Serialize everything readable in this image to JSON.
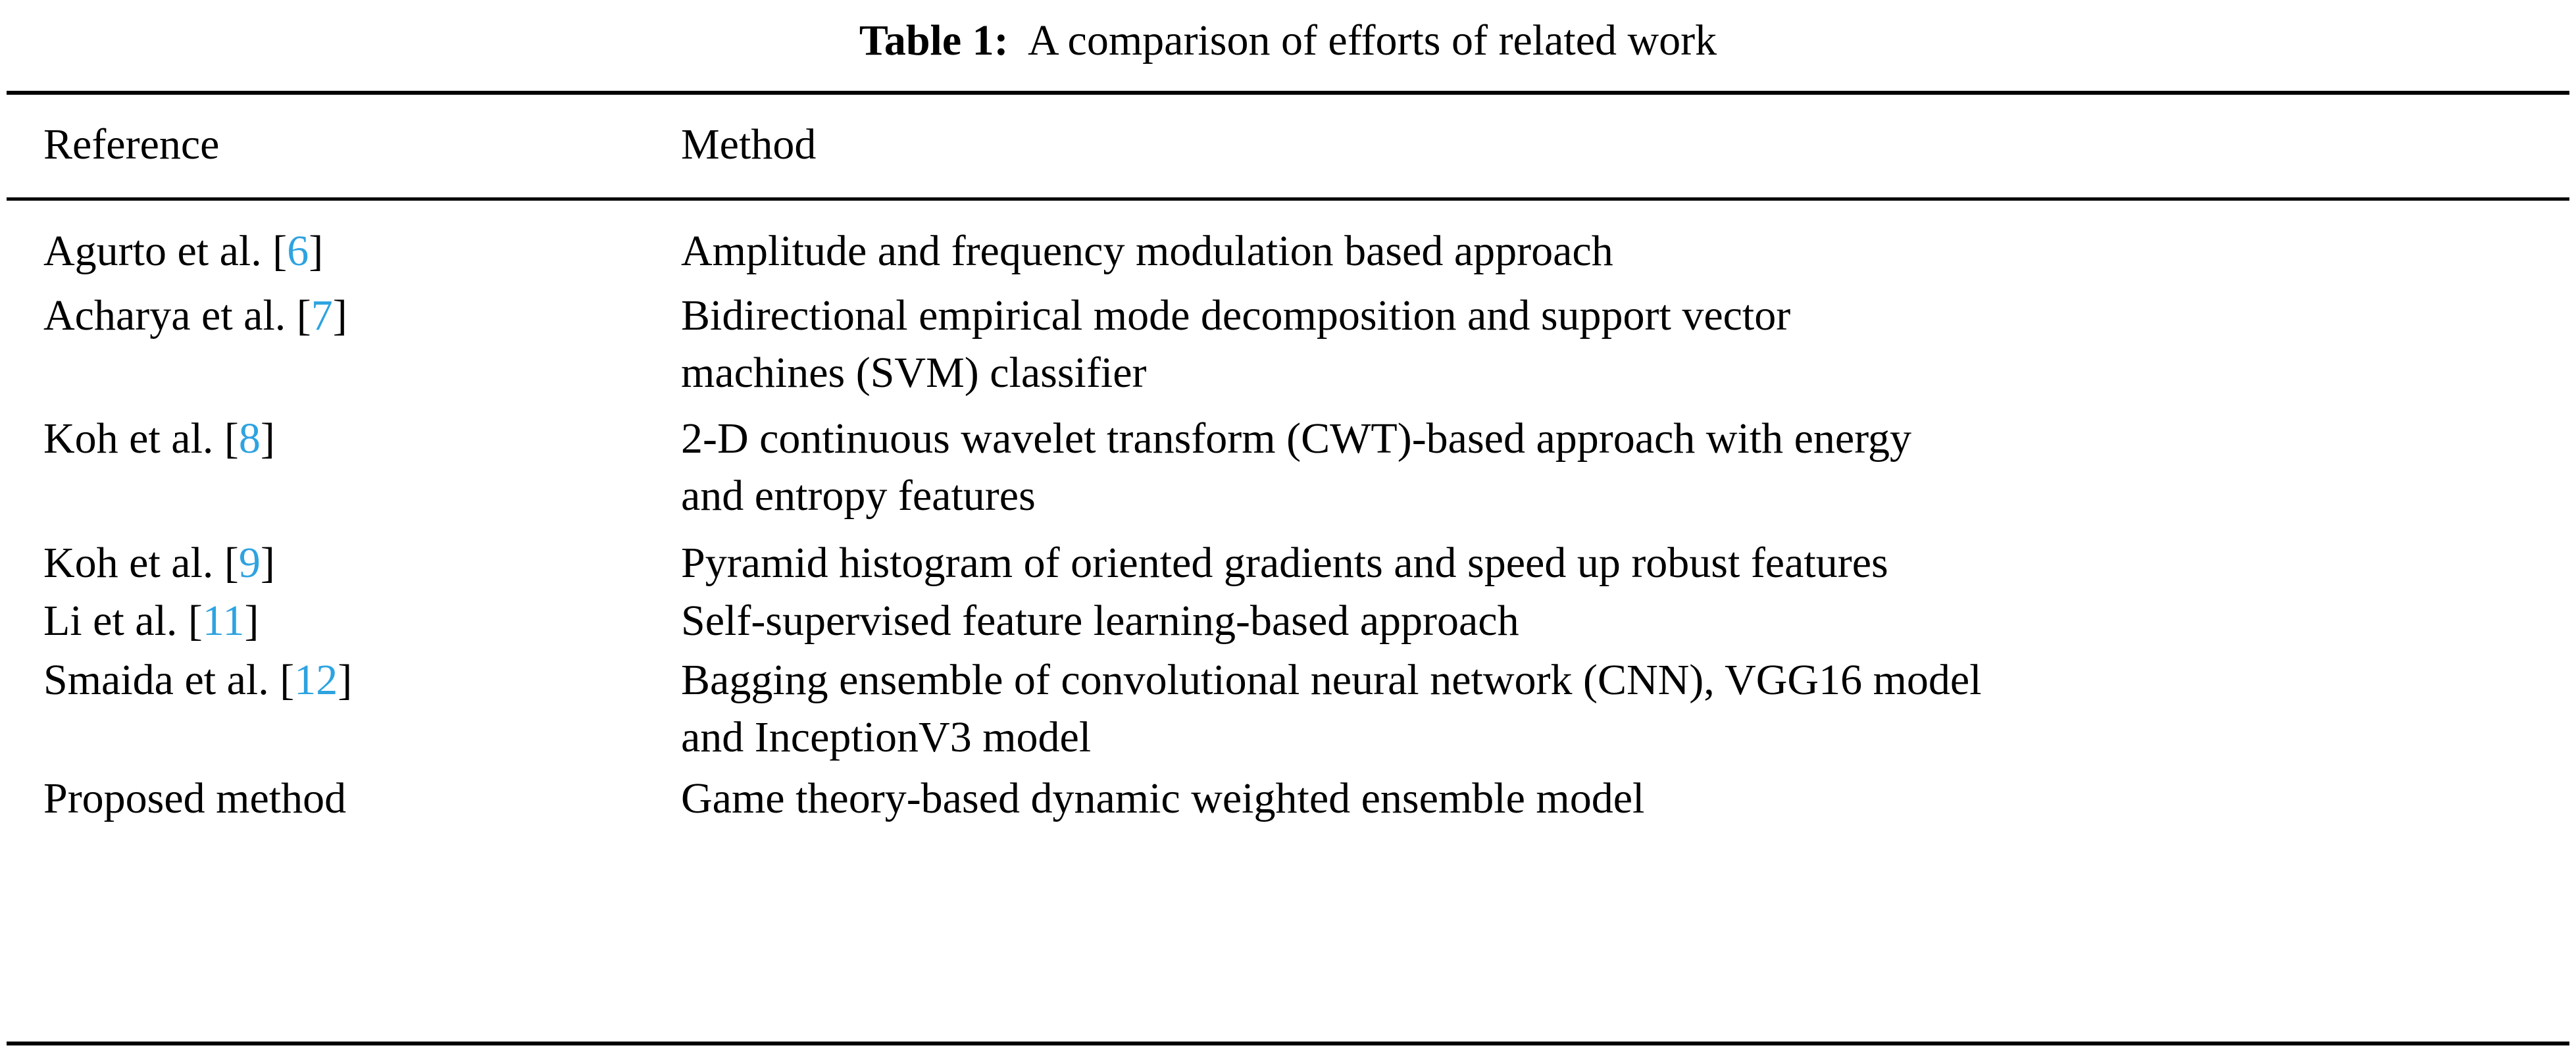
{
  "caption": {
    "label": "Table 1:",
    "text": "A comparison of efforts of related work"
  },
  "colors": {
    "citation": "#2ea3e0",
    "text": "#000000",
    "rule": "#000000"
  },
  "table": {
    "headers": [
      "Reference",
      "Method"
    ],
    "rows": [
      {
        "ref_author": "Agurto et al. [",
        "ref_cite": "6",
        "ref_close": "]",
        "method_lines": [
          "Amplitude and frequency modulation based approach"
        ]
      },
      {
        "ref_author": "Acharya et al. [",
        "ref_cite": "7",
        "ref_close": "]",
        "method_lines": [
          "Bidirectional empirical mode decomposition and support vector",
          "machines (SVM) classifier"
        ]
      },
      {
        "ref_author": "Koh et al. [",
        "ref_cite": "8",
        "ref_close": "]",
        "method_lines": [
          "2-D continuous wavelet transform (CWT)-based approach with energy",
          "and entropy features"
        ]
      },
      {
        "ref_author": "Koh et al. [",
        "ref_cite": "9",
        "ref_close": "]",
        "method_lines": [
          "Pyramid histogram of oriented gradients and speed up robust features"
        ]
      },
      {
        "ref_author": "Li et al. [",
        "ref_cite": "11",
        "ref_close": "]",
        "method_lines": [
          "Self-supervised feature learning-based approach"
        ]
      },
      {
        "ref_author": "Smaida et al. [",
        "ref_cite": "12",
        "ref_close": "]",
        "method_lines": [
          "Bagging ensemble of convolutional neural network (CNN), VGG16 model",
          "and InceptionV3 model"
        ]
      },
      {
        "ref_author": "Proposed method",
        "ref_cite": "",
        "ref_close": "",
        "method_lines": [
          "Game theory-based dynamic weighted ensemble model"
        ]
      }
    ]
  }
}
